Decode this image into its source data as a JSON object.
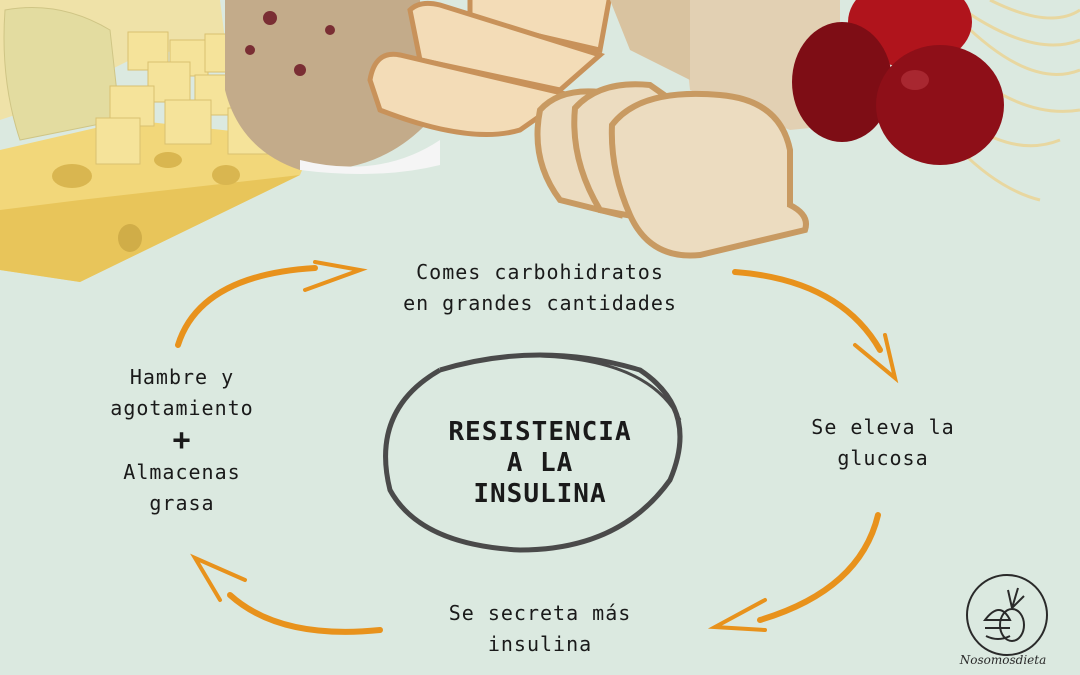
{
  "steps": {
    "top": [
      "Comes carbohidratos",
      "en grandes cantidades"
    ],
    "right": [
      "Se eleva la",
      "glucosa"
    ],
    "bottom": [
      "Se secreta más",
      "insulina"
    ],
    "left": [
      "Hambre y",
      "agotamiento",
      "+",
      "Almacenas",
      "grasa"
    ]
  },
  "center": [
    "RESISTENCIA",
    "A LA",
    "INSULINA"
  ],
  "logo": {
    "text": "Nosomosdieta",
    "icon": "burger-pineapple-logo"
  },
  "colors": {
    "background": "#dbe9e0",
    "arrow": "#e8921c",
    "ring": "#4a4a4a"
  }
}
